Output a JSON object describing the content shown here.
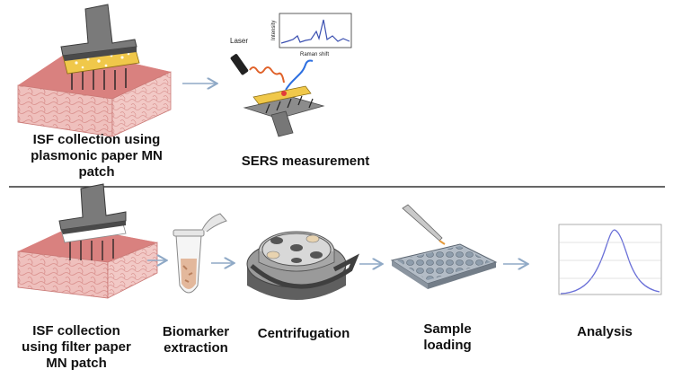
{
  "top_row": {
    "step1": {
      "caption_lines": [
        "ISF collection using",
        "plasmonic paper MN",
        "patch"
      ]
    },
    "step2": {
      "caption": "SERS measurement",
      "laser_label": "Laser",
      "spectrum_ylabel": "Intensity",
      "spectrum_xlabel": "Raman shift"
    }
  },
  "bottom_row": {
    "step1": {
      "caption_lines": [
        "ISF collection",
        "using filter paper",
        "MN patch"
      ]
    },
    "step2": {
      "caption_lines": [
        "Biomarker",
        "extraction"
      ]
    },
    "step3": {
      "caption": "Centrifugation"
    },
    "step4": {
      "caption_lines": [
        "Sample",
        "loading"
      ]
    },
    "step5": {
      "caption": "Analysis"
    }
  },
  "colors": {
    "arrow": "#8fa9c6",
    "skin_pink": "#e9a3a1",
    "spectrum": "#3a4fb0",
    "divider": "#333333"
  },
  "icons": [
    "microneedle-patch-icon",
    "sers-setup-icon",
    "raman-spectrum-icon",
    "microtube-icon",
    "centrifuge-icon",
    "well-plate-icon",
    "pipette-icon",
    "fluorescence-spectrum-icon"
  ]
}
